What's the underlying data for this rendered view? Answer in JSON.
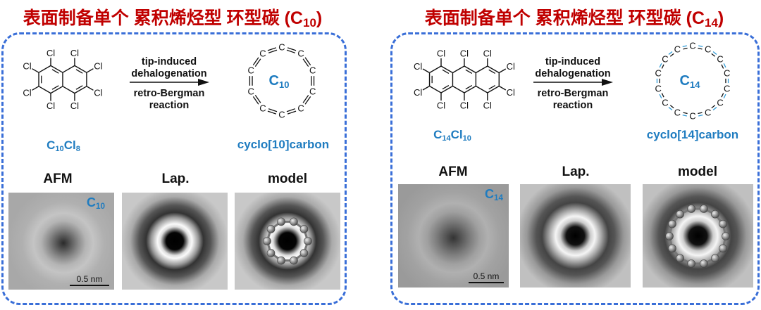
{
  "panels": [
    {
      "title": {
        "text": "表面制备单个 累积烯烃型 环型碳 (C",
        "sub": "10",
        "close": ")"
      },
      "precursor": {
        "base1": "C",
        "sub1": "10",
        "base2": "Cl",
        "sub2": "8"
      },
      "reaction": {
        "above1": "tip-induced",
        "above2": "dehalogenation",
        "below1": "retro-Bergman",
        "below2": "reaction"
      },
      "product": {
        "ring_label": "C",
        "ring_sub": "10",
        "name": "cyclo[10]carbon",
        "atoms": 10
      },
      "atom_label": "C",
      "substituent": "Cl",
      "images": {
        "afm": "AFM",
        "lap": "Lap.",
        "model": "model",
        "afm_tag": "C",
        "afm_tag_sub": "10",
        "scale": "0.5 nm"
      }
    },
    {
      "title": {
        "text": "表面制备单个 累积烯烃型 环型碳 (C",
        "sub": "14",
        "close": ")"
      },
      "precursor": {
        "base1": "C",
        "sub1": "14",
        "base2": "Cl",
        "sub2": "10"
      },
      "reaction": {
        "above1": "tip-induced",
        "above2": "dehalogenation",
        "below1": "retro-Bergman",
        "below2": "reaction"
      },
      "product": {
        "ring_label": "C",
        "ring_sub": "14",
        "name": "cyclo[14]carbon",
        "atoms": 14
      },
      "atom_label": "C",
      "substituent": "Cl",
      "images": {
        "afm": "AFM",
        "lap": "Lap.",
        "model": "model",
        "afm_tag": "C",
        "afm_tag_sub": "14",
        "scale": "0.5 nm"
      }
    }
  ],
  "colors": {
    "title": "#c00000",
    "accent": "#1f7cc0",
    "border": "#3a6fd8"
  }
}
